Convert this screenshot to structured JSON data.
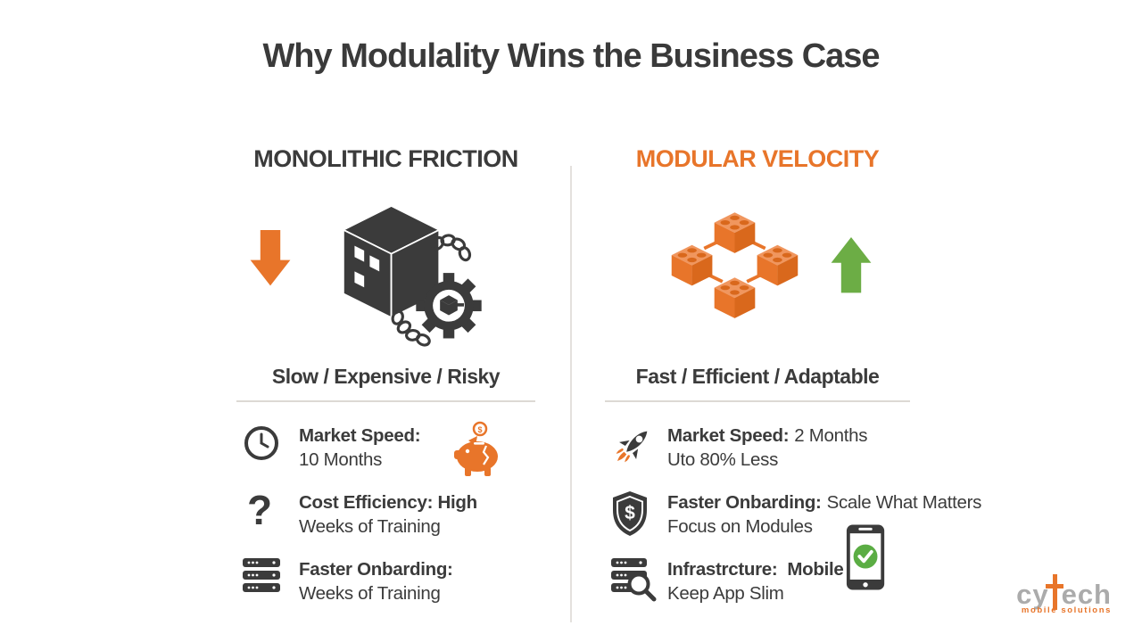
{
  "title": "Why Modulality Wins the Business Case",
  "columns": {
    "left": {
      "header": "MONOLITHIC FRICTION",
      "tagline": "Slow / Expensive / Risky",
      "items": [
        {
          "title": "Market Speed:",
          "subtitle": "10 Months"
        },
        {
          "title": "Cost Efficiency: High",
          "subtitle": "Weeks of Training"
        },
        {
          "title": "Faster Onbarding:",
          "subtitle": "Weeks of Training"
        }
      ]
    },
    "right": {
      "header": "MODULAR VELOCITY",
      "tagline": "Fast / Efficient / Adaptable",
      "items": [
        {
          "title": "Market Speed:",
          "suffix": "2 Months",
          "subtitle": "Uto 80% Less"
        },
        {
          "title": "Faster Onbarding:",
          "suffix": "Scale What Matters",
          "subtitle": "Focus on Modules"
        },
        {
          "title": "Infrastrcture:",
          "suffix": "Mobile",
          "subtitle": "Keep App Slim"
        }
      ]
    }
  },
  "icons": {
    "question": "?",
    "dollar": "$",
    "names": [
      "down-arrow-icon",
      "monolith-cube-chain-gear-icon",
      "up-arrow-icon",
      "modular-blocks-icon",
      "clock-icon",
      "piggy-bank-coin-icon",
      "question-icon",
      "server-stack-icon",
      "rocket-icon",
      "shield-dollar-icon",
      "server-search-icon",
      "phone-check-icon",
      "logo-cross-icon"
    ]
  },
  "logo": {
    "part1": "cy",
    "part2": "ech",
    "tagline": "mobile solutions"
  },
  "colors": {
    "orange": "#E8752A",
    "green": "#6CAD45",
    "dark": "#3B3B3B",
    "logo_gray": "#ABABAB",
    "divider": "#DDD9D4"
  }
}
